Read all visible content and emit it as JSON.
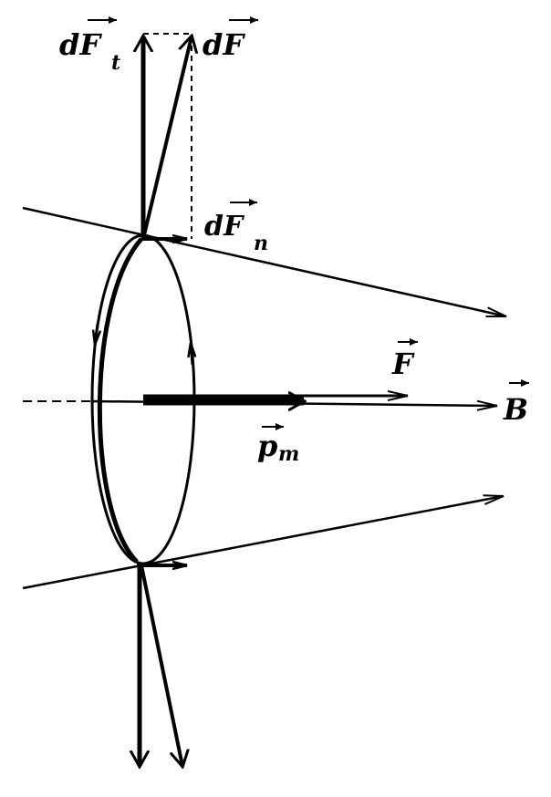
{
  "labels": {
    "dFt": {
      "base": "dF",
      "sub": "t"
    },
    "dF": {
      "base": "dF"
    },
    "dFn": {
      "base": "dF",
      "sub": "n"
    },
    "F": {
      "base": "F"
    },
    "B": {
      "base": "B"
    },
    "pm": {
      "base": "p",
      "sub": "m"
    }
  },
  "colors": {
    "ink": "#000000",
    "background": "#ffffff"
  }
}
